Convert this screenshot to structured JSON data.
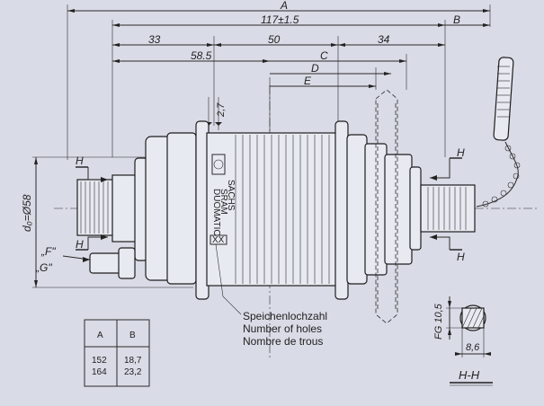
{
  "dimensions": {
    "A": "A",
    "overall": "117±1.5",
    "B": "B",
    "d33": "33",
    "d50": "50",
    "d34": "34",
    "d585": "58.5",
    "C": "C",
    "D": "D",
    "E": "E",
    "d27": "2,7",
    "diameter": "d₀=Ø58",
    "fg": "FG 10,5",
    "d86": "8,6"
  },
  "section_marks": {
    "h_top_left": "H",
    "h_bottom_left": "H",
    "h_top_right": "H",
    "h_bottom_right": "H",
    "F": "„F\"",
    "G": "„G\"",
    "section_title": "H-H"
  },
  "hub_markings": {
    "brand": "SACHS",
    "model_a": "SRAM",
    "model_b": "DUOMATIC",
    "code": "XX"
  },
  "spoke_label": {
    "de": "Speichenlochzahl",
    "en": "Number of holes",
    "fr": "Nombre de trous"
  },
  "table": {
    "headers": [
      "A",
      "B"
    ],
    "rows": [
      [
        "152",
        "18,7"
      ],
      [
        "164",
        "23,2"
      ]
    ]
  }
}
